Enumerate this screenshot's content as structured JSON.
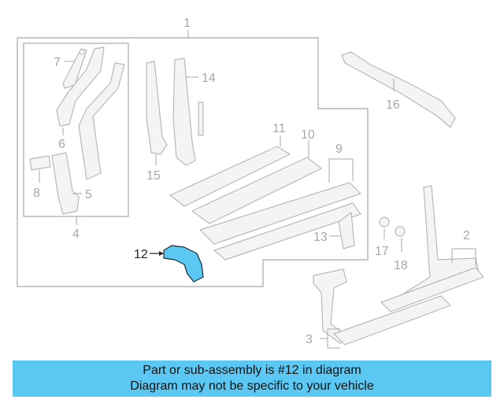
{
  "callouts": {
    "c1": "1",
    "c2": "2",
    "c3": "3",
    "c4": "4",
    "c5": "5",
    "c6": "6",
    "c7": "7",
    "c8": "8",
    "c9": "9",
    "c10": "10",
    "c11": "11",
    "c12": "12",
    "c13": "13",
    "c14": "14",
    "c15": "15",
    "c16": "16",
    "c17": "17",
    "c18": "18"
  },
  "highlight": {
    "part_number": "12",
    "color": "#5bc8f3"
  },
  "banner": {
    "line1": "Part or sub-assembly is #12 in diagram",
    "line2": "Diagram may not be specific to your vehicle",
    "color": "#5bc8f3"
  }
}
